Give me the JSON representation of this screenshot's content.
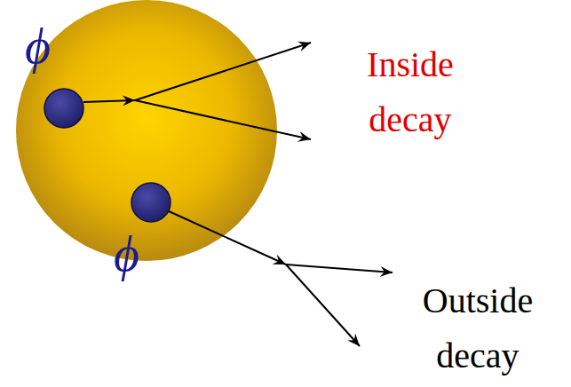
{
  "diagram": {
    "labels": [
      "ϕ",
      "ϕ",
      "Inside decay",
      "Outside decay"
    ]
  }
}
